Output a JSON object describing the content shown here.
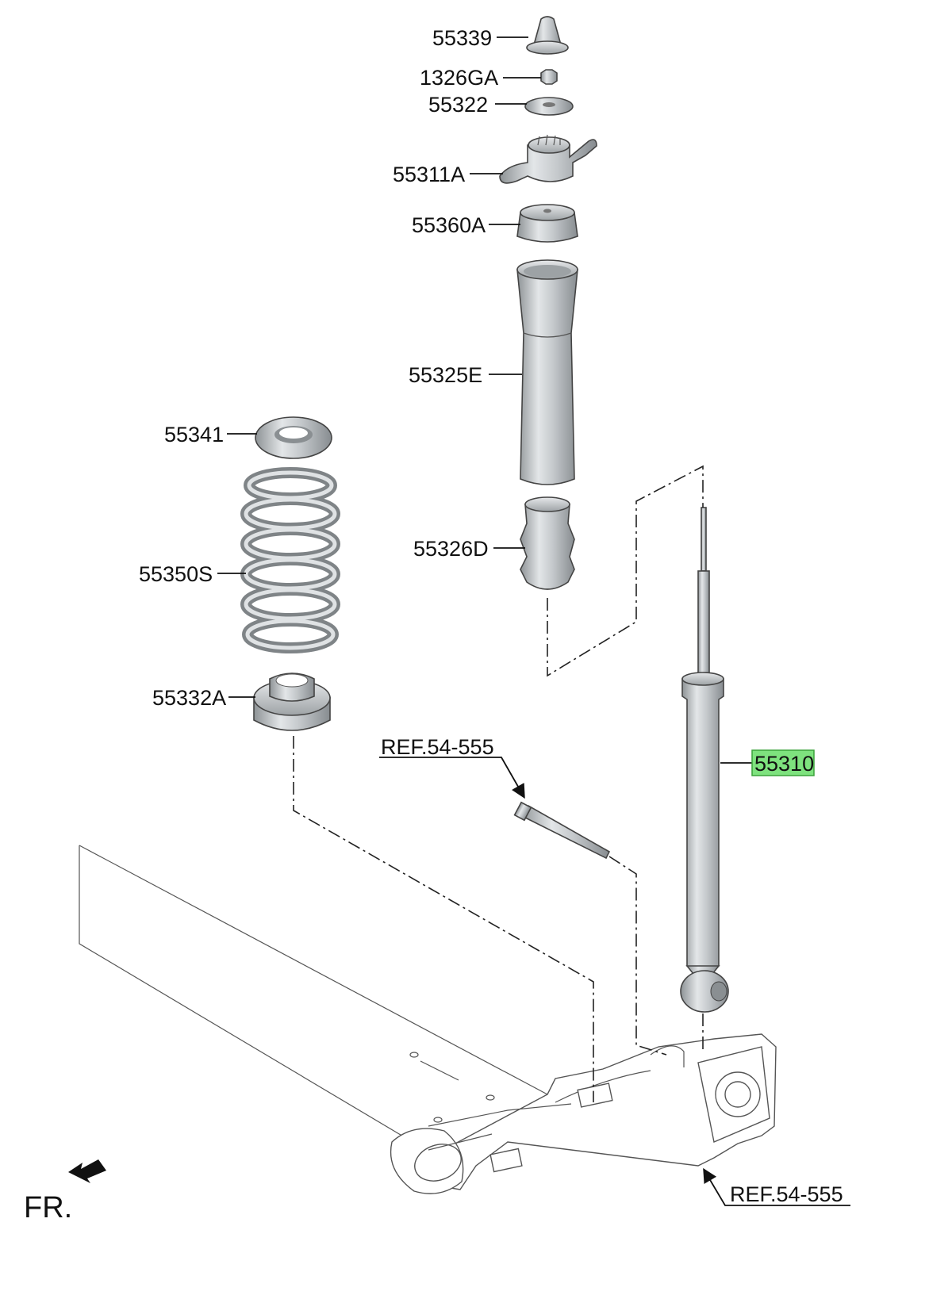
{
  "parts": {
    "p55339": "55339",
    "p1326GA": "1326GA",
    "p55322": "55322",
    "p55311A": "55311A",
    "p55360A": "55360A",
    "p55325E": "55325E",
    "p55341": "55341",
    "p55326D": "55326D",
    "p55350S": "55350S",
    "p55332A": "55332A",
    "p55310": "55310"
  },
  "refs": {
    "ref_bolt": "REF.54-555",
    "ref_axle": "REF.54-555"
  },
  "front_indicator": "FR.",
  "highlighted_part": "55310",
  "colors": {
    "highlight_fill": "#7ee27e",
    "highlight_border": "#3aa23a",
    "part_shade": "#b8bcbf"
  }
}
